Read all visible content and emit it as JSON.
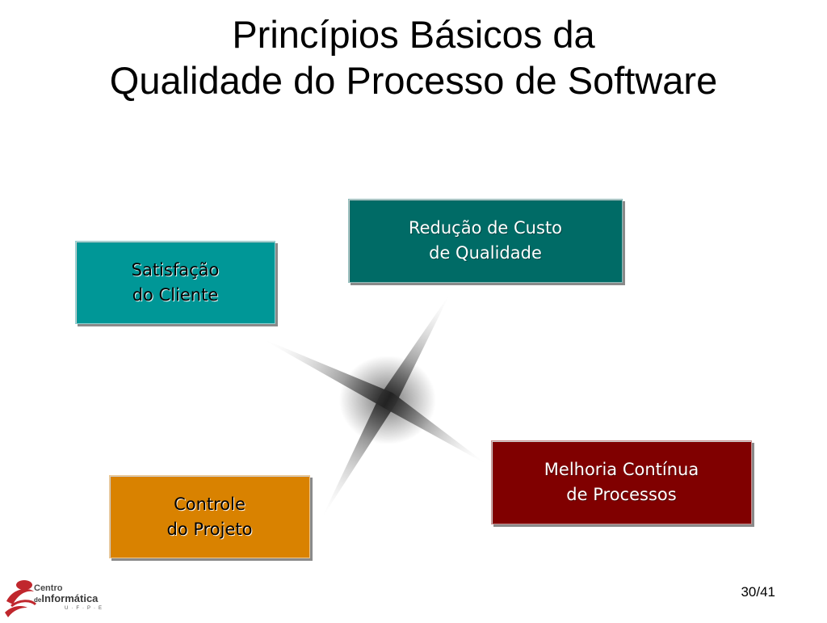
{
  "slide": {
    "title_line1": "Princípios Básicos da",
    "title_line2": "Qualidade do Processo de Software",
    "page_number": "30/41"
  },
  "boxes": {
    "satisfacao": {
      "line1": "Satisfação",
      "line2": "do Cliente",
      "color": "#009797"
    },
    "reducao": {
      "line1": "Redução de Custo",
      "line2": "de Qualidade",
      "color": "#006B66"
    },
    "melhoria": {
      "line1": "Melhoria Contínua",
      "line2": "de Processos",
      "color": "#800000"
    },
    "controle": {
      "line1": "Controle",
      "line2": "do Projeto",
      "color": "#D98200"
    }
  },
  "logo": {
    "line1": "Centro",
    "line2_prefix": "de",
    "line2": "Informática",
    "line3": "U·F·P·E"
  }
}
